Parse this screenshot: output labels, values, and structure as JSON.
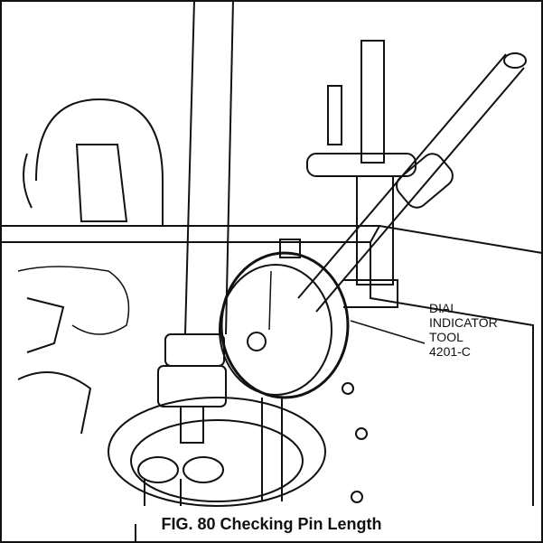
{
  "callout": {
    "lines": [
      "DIAL",
      "INDICATOR",
      "TOOL",
      "4201-C"
    ]
  },
  "caption": "FIG. 80  Checking Pin Length"
}
